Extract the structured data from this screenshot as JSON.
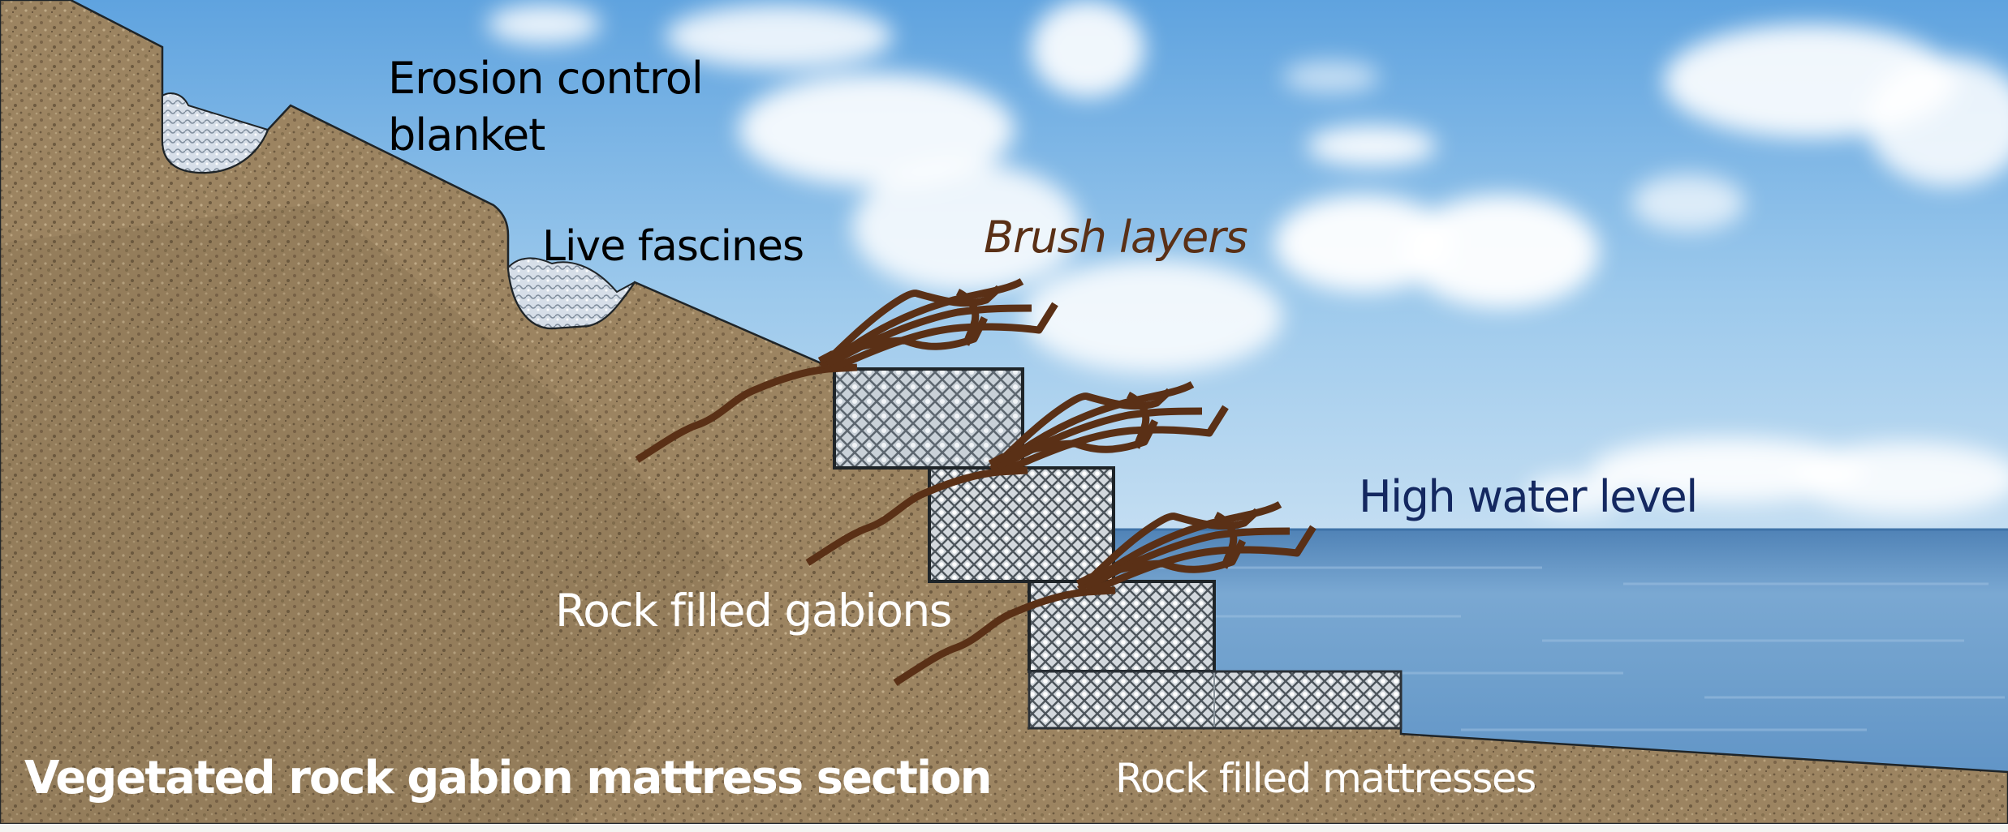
{
  "figure": {
    "title": "Vegetated rock gabion mattress section",
    "labels": {
      "erosion_control_line1": "Erosion control",
      "erosion_control_line2": "blanket",
      "live_fascines": "Live fascines",
      "brush_layers": "Brush layers",
      "high_water_level": "High water level",
      "rock_filled_gabions": "Rock filled gabions",
      "rock_filled_mattresses": "Rock filled mattresses"
    },
    "components": [
      {
        "name": "erosion-control-blanket",
        "count": 1
      },
      {
        "name": "live-fascine",
        "count": 1
      },
      {
        "name": "brush-layer",
        "count": 3
      },
      {
        "name": "rock-filled-gabion",
        "count": 3
      },
      {
        "name": "rock-filled-mattress",
        "count": 1
      }
    ],
    "colors": {
      "sky_top": "#5fa3df",
      "sky_horizon": "#c4def2",
      "water": "#6e9fcc",
      "water_dark": "#4f82b6",
      "soil": "#9c8461",
      "soil_dark": "#6d5a40",
      "brush": "#5a3016",
      "gabion_mesh": "#9aa6b2",
      "outline": "#1e2428",
      "label_dark": "#000000",
      "label_navy": "#142860",
      "label_white": "#ffffff"
    }
  }
}
